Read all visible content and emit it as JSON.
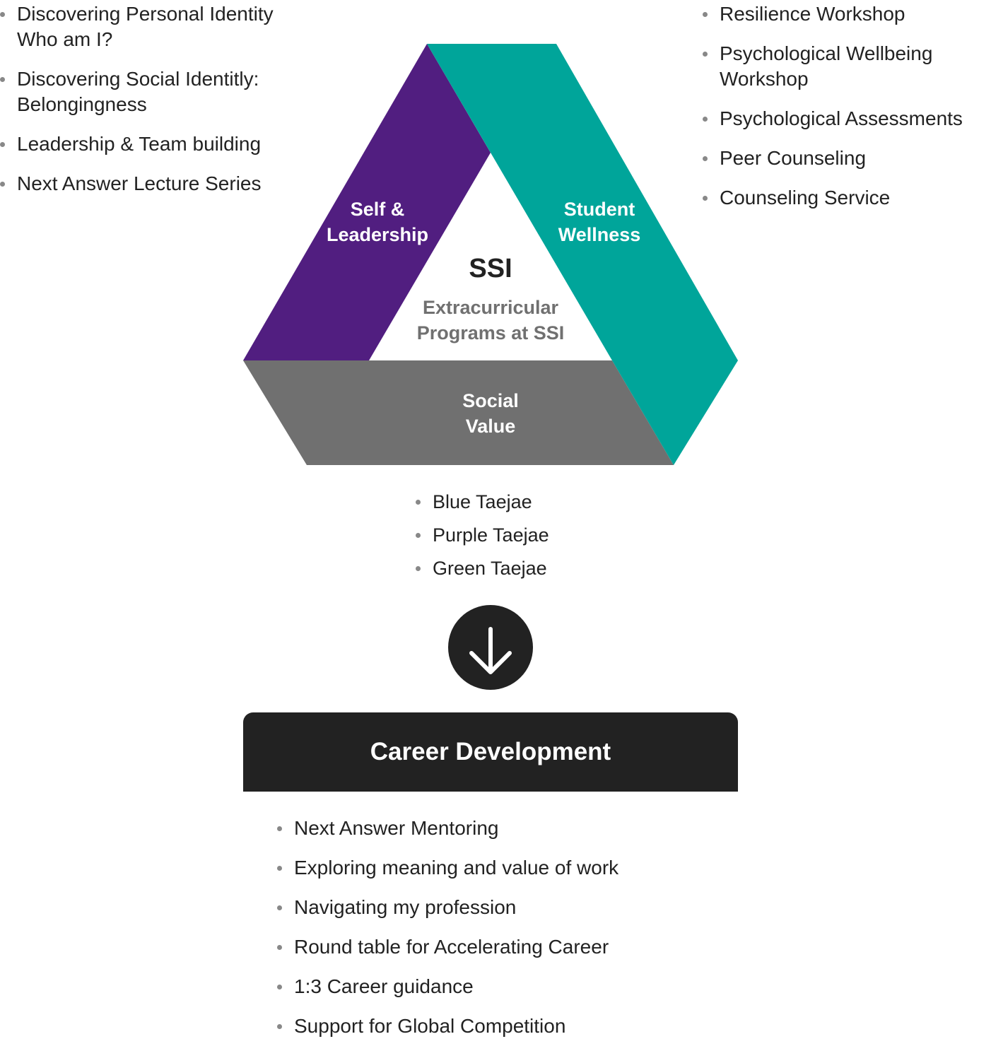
{
  "self_leadership": {
    "label_line1": "Self &",
    "label_line2": "Leadership",
    "items": [
      "Discovering Personal Identity Who am I?",
      "Discovering Social Identitly: Belongingness",
      "Leadership & Team building",
      "Next Answer Lecture Series"
    ]
  },
  "student_wellness": {
    "label_line1": "Student",
    "label_line2": "Wellness",
    "items": [
      "Resilience Workshop",
      "Psychological Wellbeing Workshop",
      "Psychological Assessments",
      "Peer Counseling",
      "Counseling Service"
    ]
  },
  "social_value": {
    "label_line1": "Social",
    "label_line2": "Value",
    "items": [
      "Blue Taejae",
      "Purple Taejae",
      "Green Taejae"
    ]
  },
  "center": {
    "title": "SSI",
    "subtitle_line1": "Extracurricular",
    "subtitle_line2": "Programs at SSI"
  },
  "career": {
    "title": "Career Development",
    "items": [
      "Next Answer Mentoring",
      "Exploring meaning and value of work",
      "Navigating my profession",
      "Round table for Accelerating Career",
      "1:3 Career guidance",
      "Support for Global Competition"
    ]
  },
  "colors": {
    "purple": "#511E80",
    "teal": "#00A59A",
    "gray": "#707070",
    "dark": "#222222"
  },
  "icons": {
    "flow_arrow": "arrow-down-icon"
  }
}
